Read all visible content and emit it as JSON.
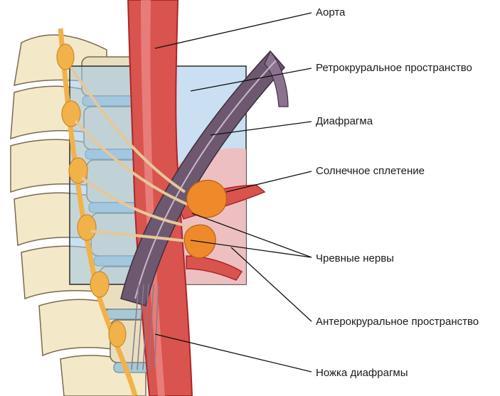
{
  "labels": {
    "aorta": "Аорта",
    "retrocrural": "Ретрокруральное пространство",
    "diaphragm": "Диафрагма",
    "solar_plexus": "Солнечное сплетение",
    "celiac_nerves": "Чревные нервы",
    "antecrural": "Антерокруральное пространство",
    "crus": "Ножка диафрагмы"
  },
  "colors": {
    "bone": "#f3e8c8",
    "bone_outline": "#7a6a50",
    "nerve": "#f2b24a",
    "ganglion": "#ee8a2a",
    "aorta": "#d9534f",
    "aorta_dark": "#a8282a",
    "retro_space": "#9fc7e8",
    "antero_space": "#f4b8b8",
    "diaphragm": "#6e5870",
    "disc": "#a9c8d6",
    "leader": "#111111"
  }
}
